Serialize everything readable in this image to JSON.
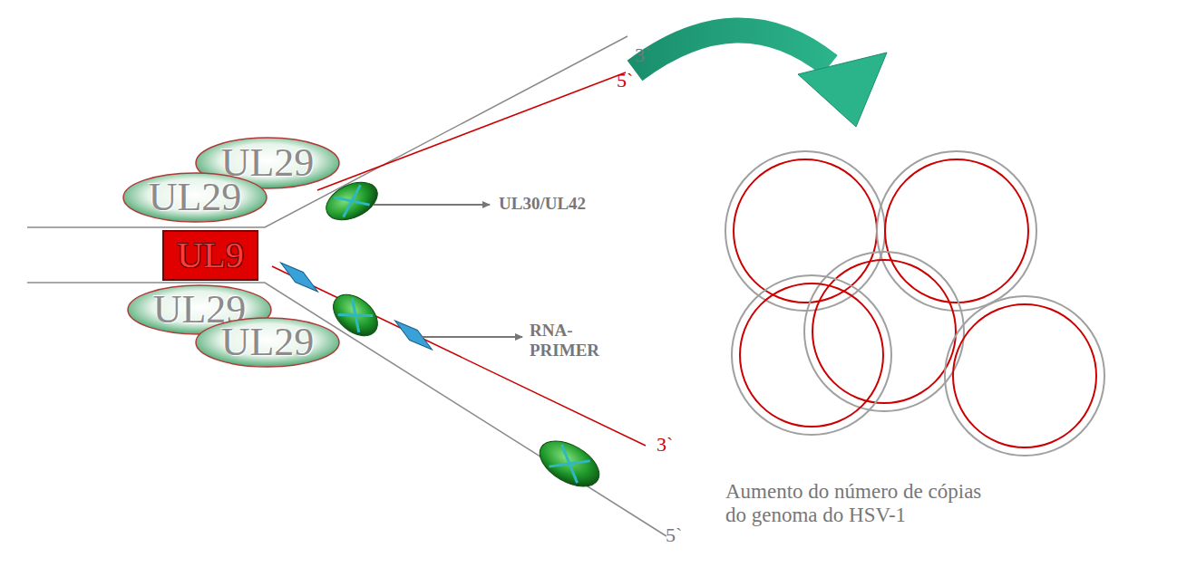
{
  "diagram": {
    "nodes": [
      {
        "text": [
          "UL29"
        ]
      },
      {
        "text": [
          "UL29"
        ]
      },
      {
        "text": [
          "UL9"
        ]
      },
      {
        "text": [
          "UL29"
        ]
      },
      {
        "text": [
          "UL29"
        ]
      }
    ],
    "labels": [
      "UL30/UL42",
      "RNA-PRIMER",
      "3`",
      "5`",
      "3`",
      "5`",
      "Aumento do número de cópias do genoma do HSV-1"
    ]
  }
}
